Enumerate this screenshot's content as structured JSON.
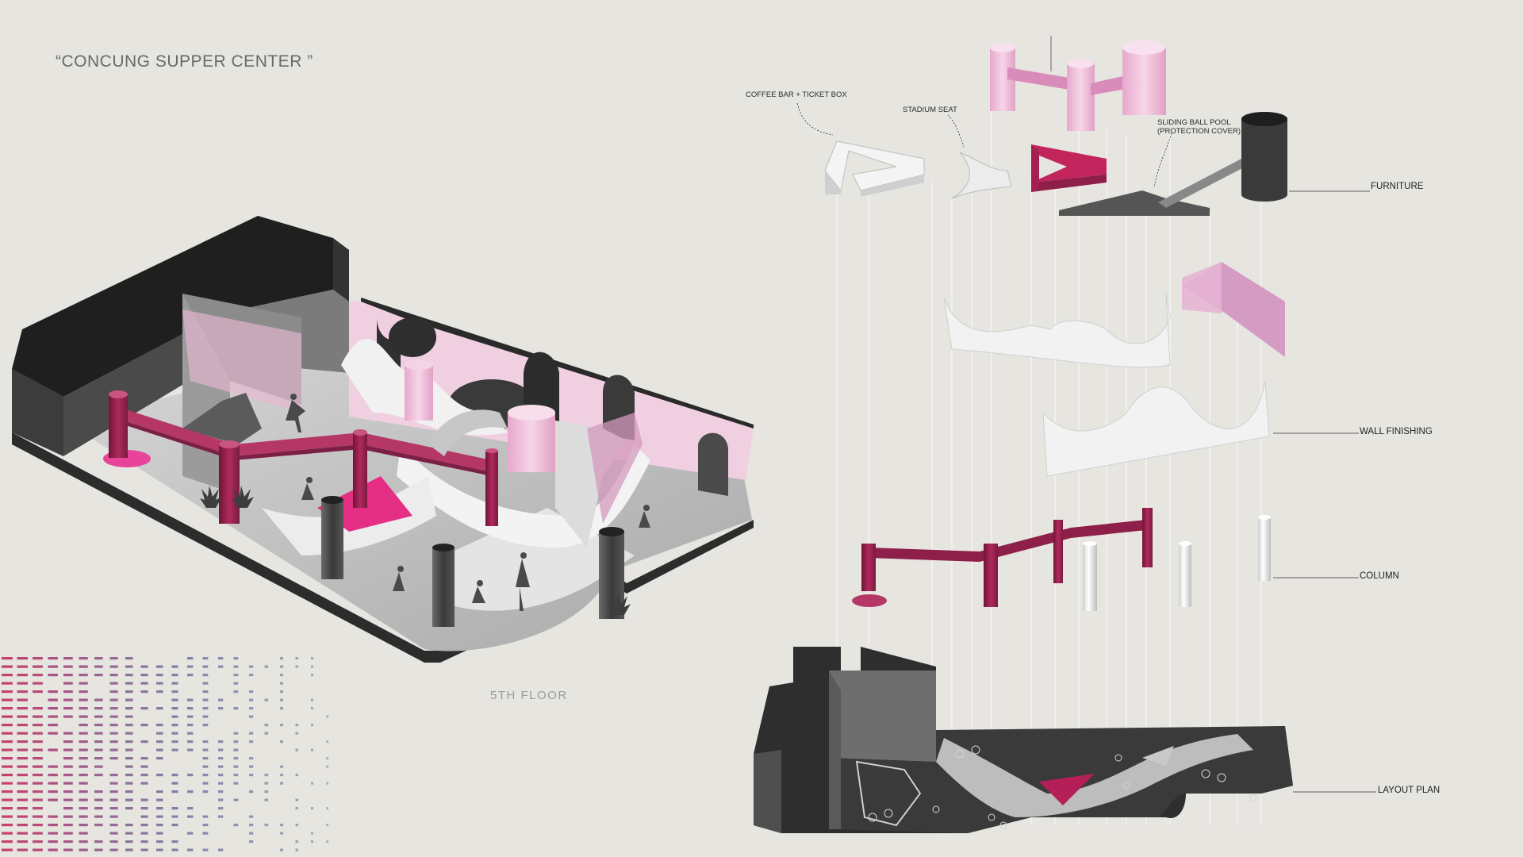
{
  "title": "“CONCUNG SUPPER CENTER ”",
  "floor_label": "5TH FLOOR",
  "annotations": {
    "coffee_bar": "COFFEE BAR + TICKET BOX",
    "stadium_seat": "STADIUM SEAT",
    "sliding_ball_pool_1": "SLIDING BALL POOL",
    "sliding_ball_pool_2": "(PROTECTION COVER)"
  },
  "layers": {
    "furniture": "FURNITURE",
    "wall_finishing": "WALL FINISHING",
    "column": "COLUMN",
    "layout_plan": "LAYOUT PLAN"
  },
  "colors": {
    "background": "#e6e5e0",
    "magenta": "#c2255c",
    "dark_magenta": "#8e1f48",
    "light_pink": "#e9b4d3",
    "dark_gray": "#2f2f2f"
  }
}
